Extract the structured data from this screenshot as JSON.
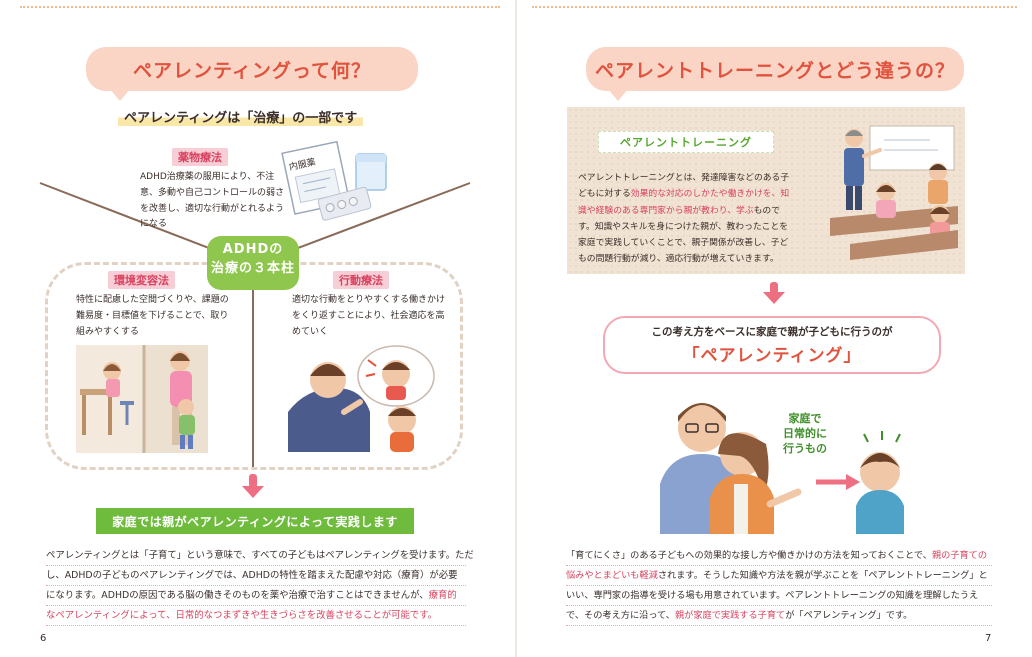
{
  "left": {
    "title": "ペアレンティングって何？",
    "subtitle": "ペアレンティングは「治療」の一部です",
    "medication": {
      "tag": "薬物療法",
      "text_lines": [
        "ADHD治療薬の服用により、不注",
        "意、多動や自己コントロールの弱さ",
        "を改善し、適切な行動がとれるよう",
        "になる"
      ],
      "medicine_bag_label": "内服薬"
    },
    "center_badge": [
      "ADHDの",
      "治療の３本柱"
    ],
    "environment": {
      "tag": "環境変容法",
      "text_lines": [
        "特性に配慮した空間づくりや、課題の",
        "難易度・目標値を下げることで、取り",
        "組みやすくする"
      ]
    },
    "behavior": {
      "tag": "行動療法",
      "text_lines": [
        "適切な行動をとりやすくする働きかけ",
        "をくり返すことにより、社会適応を高",
        "めていく"
      ]
    },
    "green_bar": "家庭では親がペアレンティングによって実践します",
    "paragraph": [
      "ペアレンティングとは「子育て」という意味で、すべての子どもはペアレンティングを受けます。ただ",
      "し、ADHDの子どものペアレンティングでは、ADHDの特性を踏まえた配慮や対応（療育）が必要",
      "になります。ADHDの原因である脳の働きそのものを薬や治療で治すことはできませんが、",
      "なペアレンティングによって、日常的なつまずきや生きづらさを改善させることが可能です。"
    ],
    "paragraph_hl1": "療育的",
    "page_number": "6"
  },
  "right": {
    "title": "ペアレントトレーニングとどう違うの？",
    "training_label": "ペアレントトレーニング",
    "training_text": [
      "ペアレントトレーニングとは、発達障害などのある子",
      "どもに対する",
      "効果的な対応のしかたや働きかけを、知",
      "識や経験のある専門家から親が教わり、学ぶ",
      "もので",
      "す。知識やスキルを身につけた親が、教わったことを",
      "家庭で実践していくことで、親子関係が改善し、子ど",
      "もの問題行動が減り、適応行動が増えていきます。"
    ],
    "callout_line1": "この考え方をベースに家庭で親が子どもに行うのが",
    "callout_line2": "「ペアレンティング」",
    "green_callout": [
      "家庭で",
      "日常的に",
      "行うもの"
    ],
    "paragraph": [
      "「育てにくさ」のある子どもへの効果的な接し方や働きかけの方法を知っておくことで、",
      "親の子育ての",
      "悩みやとまどいも軽減",
      "されます。そうした知識や方法を親が学ぶことを「ペアレントトレーニング」と",
      "いい、専門家の指導を受ける場も用意されています。ペアレントトレーニングの知識を理解したうえ",
      "で、その考え方に沿って、",
      "親が家庭で実践する子育て",
      "が「ペアレンティング」です。"
    ],
    "page_number": "7"
  },
  "colors": {
    "title_text": "#e0533e",
    "bubble_bg": "#fad4c4",
    "accent_pink": "#d9425f",
    "green": "#6fbb3d",
    "beige": "#f1e3d3"
  }
}
